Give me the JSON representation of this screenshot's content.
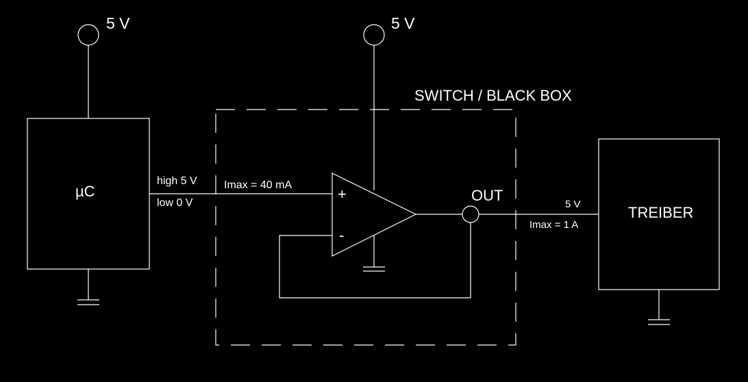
{
  "labels": {
    "supply_uc": "5 V",
    "supply_opamp": "5 V",
    "box_title": "SWITCH / BLACK BOX",
    "uc": "µC",
    "signal_high": "high 5 V",
    "signal_low": "low 0 V",
    "imax_input": "Imax = 40 mA",
    "opamp_plus": "+",
    "opamp_minus": "-",
    "out": "OUT",
    "driver_voltage": "5 V",
    "driver_imax": "Imax = 1 A",
    "driver": "TREIBER"
  },
  "colors": {
    "background": "#000000",
    "line": "#ffffff"
  }
}
